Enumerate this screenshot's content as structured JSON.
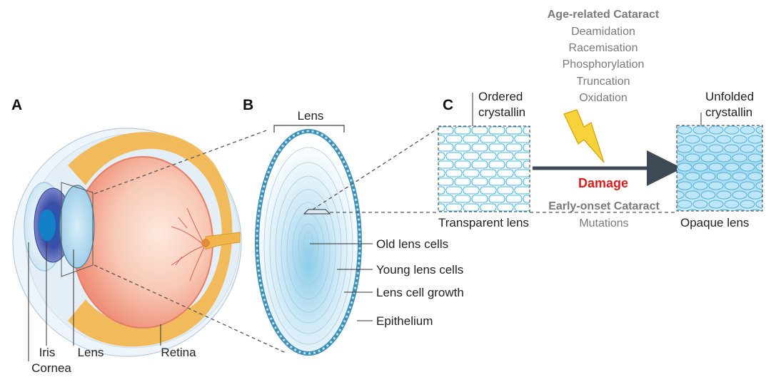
{
  "panels": {
    "a": "A",
    "b": "B",
    "c": "C"
  },
  "eye": {
    "cornea": "Cornea",
    "iris": "Iris",
    "lens": "Lens",
    "retina": "Retina"
  },
  "lens_panel": {
    "title": "Lens",
    "old_cells": "Old lens cells",
    "young_cells": "Young lens cells",
    "growth": "Lens cell growth",
    "epithelium": "Epithelium"
  },
  "cataract": {
    "age_title": "Age-related Cataract",
    "age_factors": [
      "Deamidation",
      "Racemisation",
      "Phosphorylation",
      "Truncation",
      "Oxidation"
    ],
    "ordered_1": "Ordered",
    "ordered_2": "crystallin",
    "unfolded_1": "Unfolded",
    "unfolded_2": "crystallin",
    "damage": "Damage",
    "early_title": "Early-onset Cataract",
    "early_factor": "Mutations",
    "transparent": "Transparent lens",
    "opaque": "Opaque lens"
  },
  "colors": {
    "damage": "#e31b1b",
    "arrow": "#3d4a56",
    "lightning": "#f7d23a",
    "cell_border": "#3fb4e0",
    "retina": "#f39a85"
  }
}
